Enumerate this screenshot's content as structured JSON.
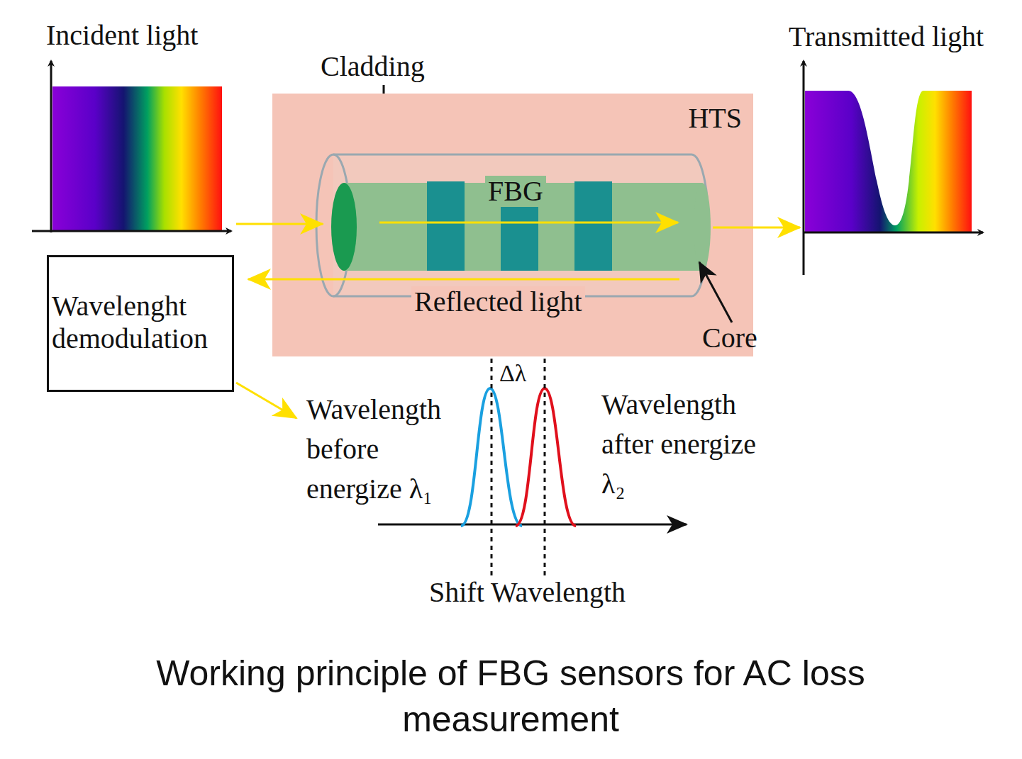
{
  "diagram": {
    "caption": "Working principle of FBG sensors for AC loss measurement",
    "nodes": [
      {
        "text": [
          "HTS"
        ]
      },
      {
        "text": [
          "Wavelenght demodulation"
        ]
      }
    ],
    "labels": [
      "Incident light",
      "Transmitted light",
      "Cladding",
      "FBG",
      "Reflected light",
      "Core",
      "Δλ",
      "Wavelength before energize λ₁",
      "Wavelength after energize λ₂",
      "Shift Wavelength"
    ]
  }
}
